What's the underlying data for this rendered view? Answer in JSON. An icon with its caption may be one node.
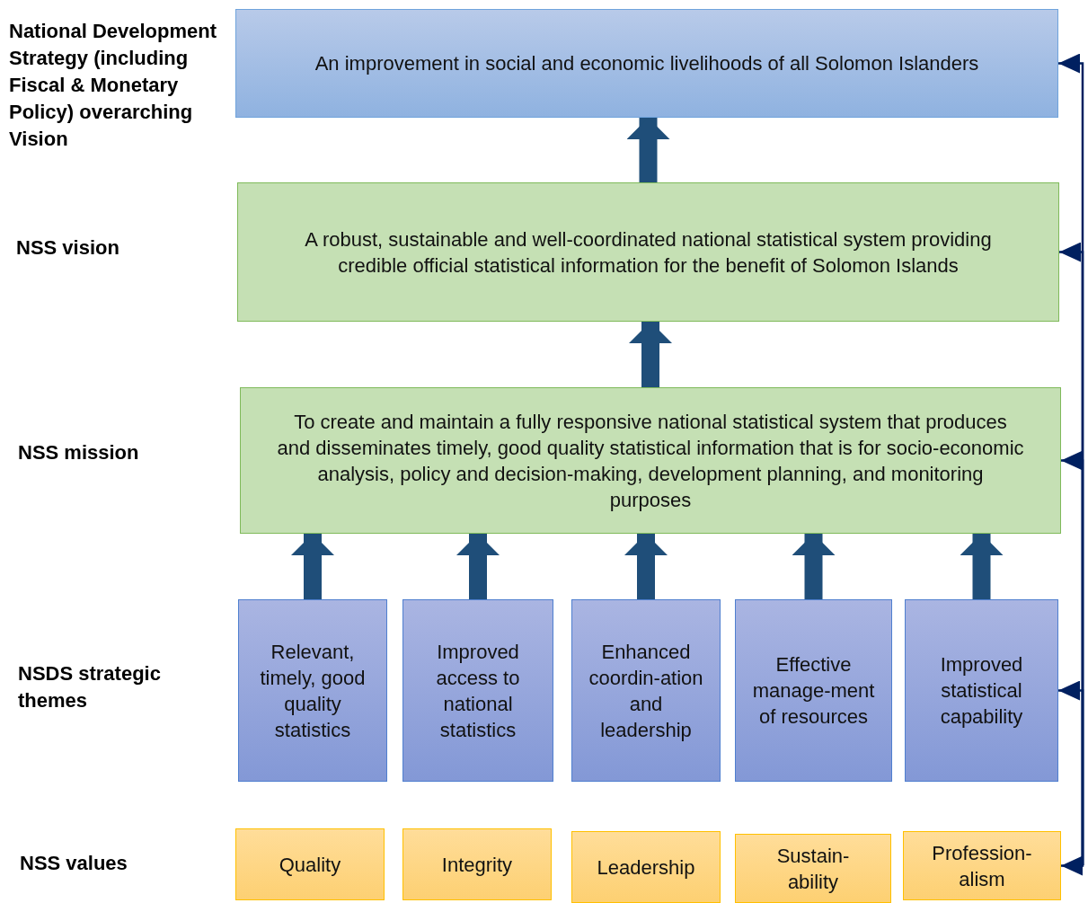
{
  "diagram": {
    "nodes": [
      {
        "text": [
          "An improvement in social and economic livelihoods of all Solomon Islanders"
        ]
      },
      {
        "text": [
          "A robust, sustainable and well-coordinated national statistical system providing credible official statistical information for the benefit of Solomon Islands"
        ]
      },
      {
        "text": [
          "To create and maintain a fully responsive national statistical system that produces and disseminates timely, good quality statistical information that is for socio-economic analysis, policy and decision-making, development planning, and monitoring purposes"
        ]
      },
      {
        "text": [
          "Relevant, timely, good quality statistics"
        ]
      },
      {
        "text": [
          "Improved access to national statistics"
        ]
      },
      {
        "text": [
          "Enhanced coordin-ation and leadership"
        ]
      },
      {
        "text": [
          "Effective manage-ment of resources"
        ]
      },
      {
        "text": [
          "Improved statistical capability"
        ]
      },
      {
        "text": [
          "Quality"
        ]
      },
      {
        "text": [
          "Integrity"
        ]
      },
      {
        "text": [
          "Leadership"
        ]
      },
      {
        "text": [
          "Sustain-ability"
        ]
      },
      {
        "text": [
          "Profession-alism"
        ]
      }
    ],
    "edges": [
      {
        "from": 1,
        "to": 0,
        "arrow": "to"
      },
      {
        "from": 2,
        "to": 1,
        "arrow": "to"
      },
      {
        "from": 3,
        "to": 2,
        "arrow": "to"
      },
      {
        "from": 4,
        "to": 2,
        "arrow": "to"
      },
      {
        "from": 5,
        "to": 2,
        "arrow": "to"
      },
      {
        "from": 6,
        "to": 2,
        "arrow": "to"
      },
      {
        "from": 7,
        "to": 2,
        "arrow": "to"
      },
      {
        "from": null,
        "to": 0,
        "arrow": "to",
        "color": "#002060"
      },
      {
        "from": null,
        "to": 1,
        "arrow": "to",
        "color": "#002060"
      },
      {
        "from": null,
        "to": 2,
        "arrow": "to",
        "color": "#002060"
      },
      {
        "from": null,
        "to": 7,
        "arrow": "to",
        "color": "#002060"
      },
      {
        "from": null,
        "to": 12,
        "arrow": "to",
        "color": "#002060"
      }
    ],
    "labels": [
      "National Development Strategy (including Fiscal & Monetary Policy) overarching Vision",
      "NSS vision",
      "NSS mission",
      "NSDS strategic themes",
      "NSS values"
    ]
  }
}
